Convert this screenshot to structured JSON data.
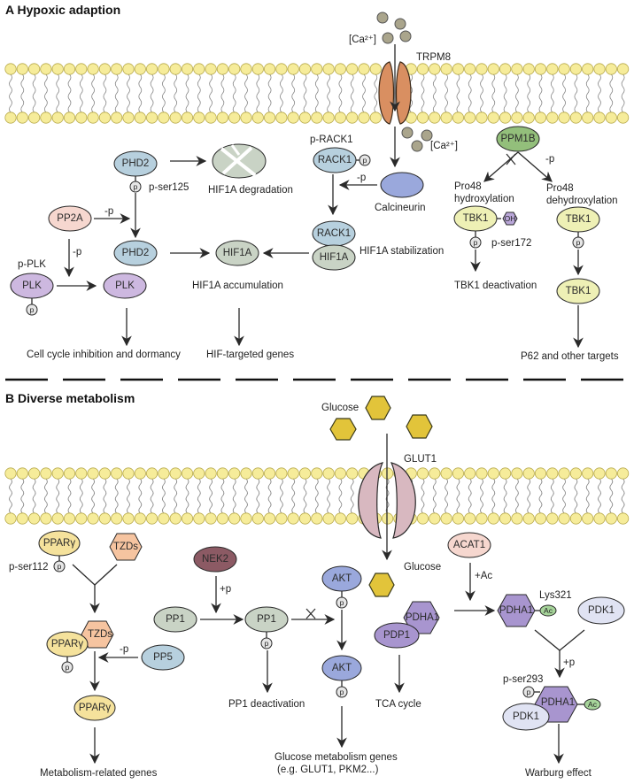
{
  "panels": {
    "a": {
      "title": "A Hypoxic adaption"
    },
    "b": {
      "title": "B Diverse metabolism"
    }
  },
  "colors": {
    "lipid_head": "#f6ec9a",
    "lipid_head_stroke": "#b7a94a",
    "phd2": "#b7d0de",
    "hif1a": "#c9d3c5",
    "pp2a": "#f6d7cf",
    "plk": "#cdb8e0",
    "rack1": "#b7d0de",
    "calcineurin": "#9aa8dc",
    "ppm1b": "#93bf7b",
    "tbk1": "#eef0b5",
    "oh": "#b9a6d8",
    "trpm8": "#d98f61",
    "ca": "#aaa58c",
    "glucose": "#e2c43a",
    "glut1": "#d8b8c0",
    "ppar": "#f5e29c",
    "tzd": "#f6c4a0",
    "nek2": "#8c5a64",
    "pp1": "#c9d3c5",
    "pp5": "#b7d0de",
    "akt": "#9aa8dc",
    "pdha1": "#a895cf",
    "pdp1": "#a895cf",
    "acat1": "#f6d7cf",
    "pdk1": "#e0e3f3",
    "ac": "#a6d49a"
  },
  "a_labels": {
    "ca_top": "[Ca²⁺]",
    "ca_bottom": "[Ca²⁺]",
    "trpm8": "TRPM8",
    "phd2_top": "PHD2",
    "p_ser125": "p-ser125",
    "hif1a_degradation": "HIF1A degradation",
    "pp2a": "PP2A",
    "minus_p_1": "-p",
    "minus_p_2": "-p",
    "minus_p_3": "-p",
    "minus_p_4": "-p",
    "phd2_mid": "PHD2",
    "hif1a": "HIF1A",
    "p_plk": "p-PLK",
    "plk_left": "PLK",
    "plk_right": "PLK",
    "hif1a_accumulation": "HIF1A accumulation",
    "cell_cycle": "Cell cycle inhibition and dormancy",
    "hif_genes": "HIF-targeted genes",
    "p_rack1": "p-RACK1",
    "rack1_top": "RACK1",
    "calcineurin": "Calcineurin",
    "rack1_complex": "RACK1",
    "hif1a_complex": "HIF1A",
    "hif1a_stabilization": "HIF1A stabilization",
    "ppm1b": "PPM1B",
    "pro48_left": "Pro48",
    "hydroxylation": "hydroxylation",
    "pro48_right": "Pro48",
    "dehydroxylation": "dehydroxylation",
    "tbk1_left": "TBK1",
    "oh": "OH",
    "p_ser172": "p-ser172",
    "tbk1_deactivation": "TBK1 deactivation",
    "tbk1_right": "TBK1",
    "tbk1_bottom": "TBK1",
    "p62": "P62 and other targets",
    "p": "p"
  },
  "b_labels": {
    "glucose_top": "Glucose",
    "glut1": "GLUT1",
    "glucose_inside": "Glucose",
    "ppar_top": "PPARγ",
    "tzds_top": "TZDs",
    "p_ser112": "p-ser112",
    "tzds_complex": "TZDs",
    "ppar_complex": "PPARγ",
    "minus_p": "-p",
    "pp5": "PP5",
    "ppar_bottom": "PPARγ",
    "metabolism_genes": "Metabolism-related genes",
    "nek2": "NEK2",
    "plus_p_nek": "+p",
    "pp1_left": "PP1",
    "pp1_right": "PP1",
    "pp1_deactivation": "PP1 deactivation",
    "akt_top": "AKT",
    "akt_bottom": "AKT",
    "glucose_genes_1": "Glucose metabolism genes",
    "glucose_genes_2": "(e.g. GLUT1, PKM2...)",
    "pdha1_left": "PDHA1",
    "pdp1": "PDP1",
    "tca": "TCA cycle",
    "acat1": "ACAT1",
    "plus_ac": "+Ac",
    "pdha1_mid": "PDHA1",
    "lys321": "Lys321",
    "ac1": "Ac",
    "pdk1_top": "PDK1",
    "plus_p_pdk": "+p",
    "p_ser293": "p-ser293",
    "pdha1_bottom": "PDHA1",
    "ac2": "Ac",
    "pdk1_bottom": "PDK1",
    "warburg": "Warburg effect",
    "p": "p"
  }
}
